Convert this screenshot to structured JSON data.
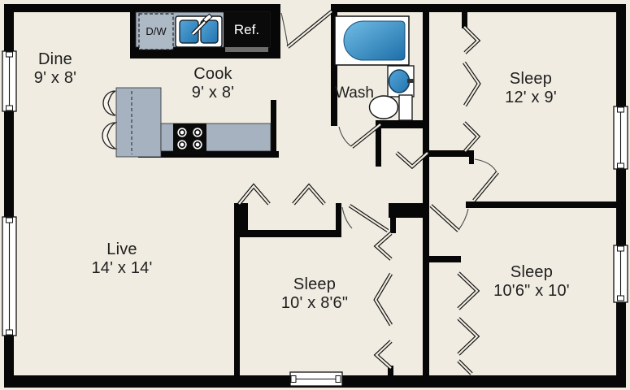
{
  "plan": {
    "type": "apartment-floor-plan",
    "rooms": {
      "dine": {
        "name": "Dine",
        "dims": "9' x 8'"
      },
      "cook": {
        "name": "Cook",
        "dims": "9' x 8'"
      },
      "wash": {
        "name": "Wash"
      },
      "sleep_top_right": {
        "name": "Sleep",
        "dims": "12' x 9'"
      },
      "live": {
        "name": "Live",
        "dims": "14' x 14'"
      },
      "sleep_bottom_middle": {
        "name": "Sleep",
        "dims": "10' x 8'6\""
      },
      "sleep_bottom_right": {
        "name": "Sleep",
        "dims": "10'6\" x 10'"
      }
    },
    "appliances": {
      "dishwasher_label": "D/W",
      "refrigerator_label": "Ref."
    },
    "fixture_icons": [
      "bathtub-icon",
      "bathroom-sink-icon",
      "toilet-icon",
      "kitchen-sink-icon",
      "stove-icon",
      "stool-icon",
      "window-icon",
      "door-swing-icon",
      "bifold-closet-door-icon"
    ],
    "colors": {
      "wall": "#070707",
      "floor": "#f0ece1",
      "counter": "#a6b2c0",
      "fixture_blue": "#3e95cb",
      "refrigerator": "#0a0a0a",
      "text": "#1e1e1e"
    }
  }
}
